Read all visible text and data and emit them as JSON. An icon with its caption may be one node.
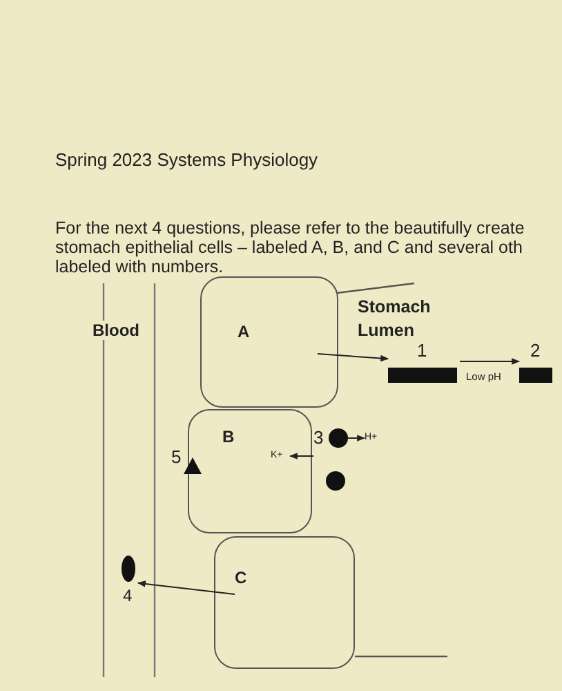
{
  "diagram": {
    "title": "Spring 2023 Systems Physiology",
    "nodes": [
      {
        "text": [
          "A"
        ]
      },
      {
        "text": [
          "1"
        ]
      },
      {
        "text": [
          "2"
        ]
      },
      {
        "text": [
          "B"
        ]
      },
      {
        "text": [
          "3"
        ]
      },
      {
        "text": [
          "H+"
        ]
      },
      {
        "text": [
          "K+"
        ],
        "in": 3
      },
      {
        "text": [
          "5"
        ]
      },
      {
        "text": [],
        "shape": "circle"
      },
      {
        "text": [
          "C"
        ]
      },
      {
        "text": [
          "4"
        ]
      }
    ],
    "edges": [
      {
        "from": 0,
        "to": 1,
        "arrow": "to"
      },
      {
        "from": 1,
        "to": 2,
        "arrow": "to",
        "label": "Low pH"
      },
      {
        "from": 4,
        "to": 5,
        "arrow": "to"
      },
      {
        "from": 4,
        "to": 6,
        "arrow": "to"
      },
      {
        "from": 9,
        "to": 10,
        "arrow": "to"
      }
    ],
    "labels": [
      "For the next 4 questions, please refer to the beautifully create stomach epithelial cells – labeled A, B, and C and several oth labeled with numbers.",
      "Blood",
      "Stomach Lumen"
    ]
  }
}
